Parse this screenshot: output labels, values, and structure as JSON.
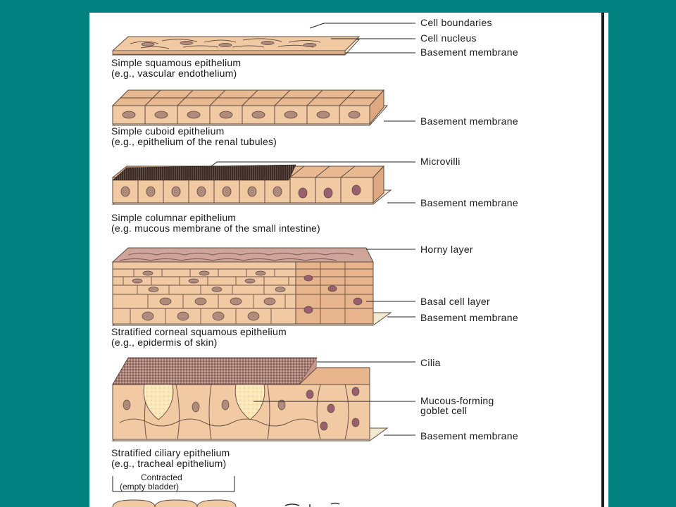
{
  "panels": [
    {
      "id": "squamous",
      "title": "Simple squamous epithelium",
      "example": "(e.g., vascular endothelium)",
      "labels": [
        "Cell boundaries",
        "Cell nucleus",
        "Basement membrane"
      ]
    },
    {
      "id": "cuboid",
      "title": "Simple cuboid epithelium",
      "example": "(e.g., epithelium of the renal tubules)",
      "labels": [
        "Basement membrane"
      ]
    },
    {
      "id": "columnar",
      "title": "Simple columnar epithelium",
      "example": "(e.g. mucous membrane of the small intestine)",
      "labels": [
        "Microvilli",
        "Basement membrane"
      ]
    },
    {
      "id": "stratified",
      "title": "Stratified corneal squamous epithelium",
      "example": "(e.g., epidermis of skin)",
      "labels": [
        "Horny layer",
        "Basal cell layer",
        "Basement membrane"
      ]
    },
    {
      "id": "ciliary",
      "title": "Stratified ciliary epithelium",
      "example": "(e.g., tracheal epithelium)",
      "labels": [
        "Cilia",
        "Mucous-forming",
        "goblet cell",
        "Basement membrane"
      ]
    }
  ],
  "transitional": {
    "line1": "Contracted",
    "line2": "(empty bladder)"
  },
  "colors": {
    "background": "#00807f",
    "cell_fill": "#f1c9a3",
    "cell_top": "#e8b890",
    "nucleus": "#b08a7a",
    "membrane": "#f2ead0",
    "horny": "#cfa49a"
  }
}
